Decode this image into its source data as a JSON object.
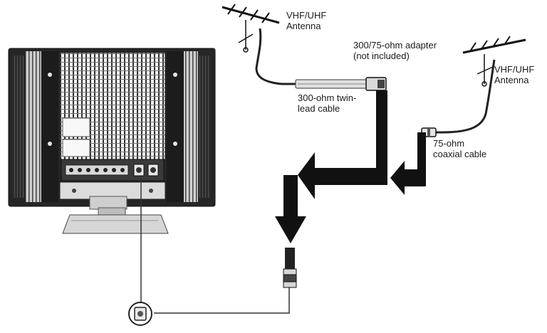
{
  "labels": {
    "antenna_left": "VHF/UHF\nAntenna",
    "adapter": "300/75-ohm adapter\n(not included)",
    "antenna_right": "VHF/UHF\nAntenna",
    "twin_lead": "300-ohm twin-\nlead cable",
    "coaxial": "75-ohm\ncoaxial cable"
  },
  "colors": {
    "tv_body": "#2a2a2a",
    "arrow": "#111111",
    "line": "#333333",
    "panel_light": "#f2f2f2"
  },
  "icons": {
    "tv": "tv-back-icon",
    "antenna": "antenna-icon",
    "connector": "coax-connector-icon",
    "input": "antenna-input-icon"
  }
}
